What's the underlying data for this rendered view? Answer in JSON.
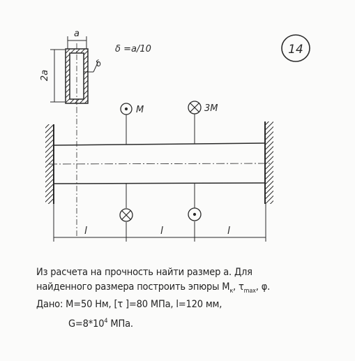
{
  "problem_number": "14",
  "section": {
    "width_label": "a",
    "height_label": "2a",
    "thickness_label": "δ",
    "thickness_formula": "δ =a/10"
  },
  "loads": {
    "moment_1_label": "M",
    "moment_2_label": "3M"
  },
  "spans": [
    "l",
    "l",
    "l"
  ],
  "text": {
    "line1": "Из расчета на прочность найти размер a. Для",
    "line2_pre": "найденного размера построить эпюры M",
    "line2_sub1": "к",
    "line2_mid": ", τ",
    "line2_sub2": "max",
    "line2_post": ", φ.",
    "line3": "Дано: M=50 Hм, [τ ]=80 МПа, l=120 мм,",
    "line4_pre": "G=8*10",
    "line4_sup": "4",
    "line4_post": " МПа."
  },
  "colors": {
    "ink": "#2a2a2a",
    "paper": "#fbfbfa"
  }
}
